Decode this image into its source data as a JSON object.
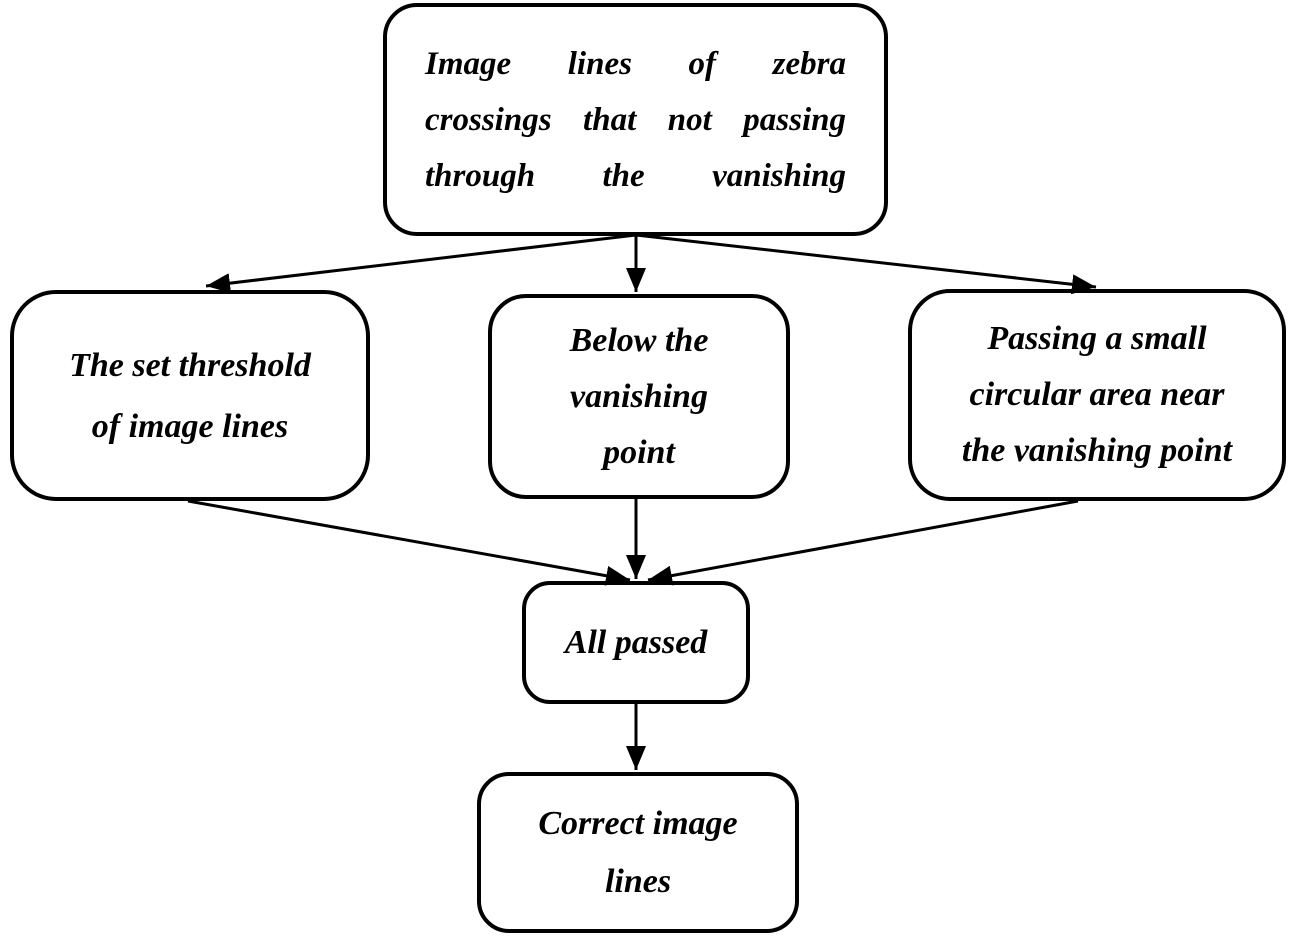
{
  "figure": {
    "type": "flowchart",
    "background_color": "#ffffff",
    "stroke_color": "#000000",
    "text_color": "#000000"
  },
  "nodes": {
    "top": {
      "id": "top",
      "full_text": "Image lines of zebra crossings that not passing through the vanishing",
      "lines": [
        "Image lines of zebra",
        "crossings that not passing",
        "through the vanishing"
      ]
    },
    "left": {
      "id": "left",
      "full_text": "The set threshold of image lines",
      "lines": [
        "The set threshold",
        "of image lines"
      ]
    },
    "middle": {
      "id": "middle",
      "full_text": "Below the vanishing point",
      "lines": [
        "Below the",
        "vanishing",
        "point"
      ]
    },
    "right": {
      "id": "right",
      "full_text": "Passing a small circular area near the vanishing point",
      "lines": [
        "Passing a small",
        "circular area near",
        "the vanishing point"
      ]
    },
    "all_passed": {
      "id": "all_passed",
      "full_text": "All passed",
      "lines": [
        "All passed"
      ]
    },
    "correct": {
      "id": "correct",
      "full_text": "Correct image lines",
      "lines": [
        "Correct image",
        "lines"
      ]
    }
  },
  "edges": [
    {
      "from": "top",
      "to": "left"
    },
    {
      "from": "top",
      "to": "middle"
    },
    {
      "from": "top",
      "to": "right"
    },
    {
      "from": "left",
      "to": "all_passed"
    },
    {
      "from": "middle",
      "to": "all_passed"
    },
    {
      "from": "right",
      "to": "all_passed"
    },
    {
      "from": "all_passed",
      "to": "correct"
    }
  ]
}
